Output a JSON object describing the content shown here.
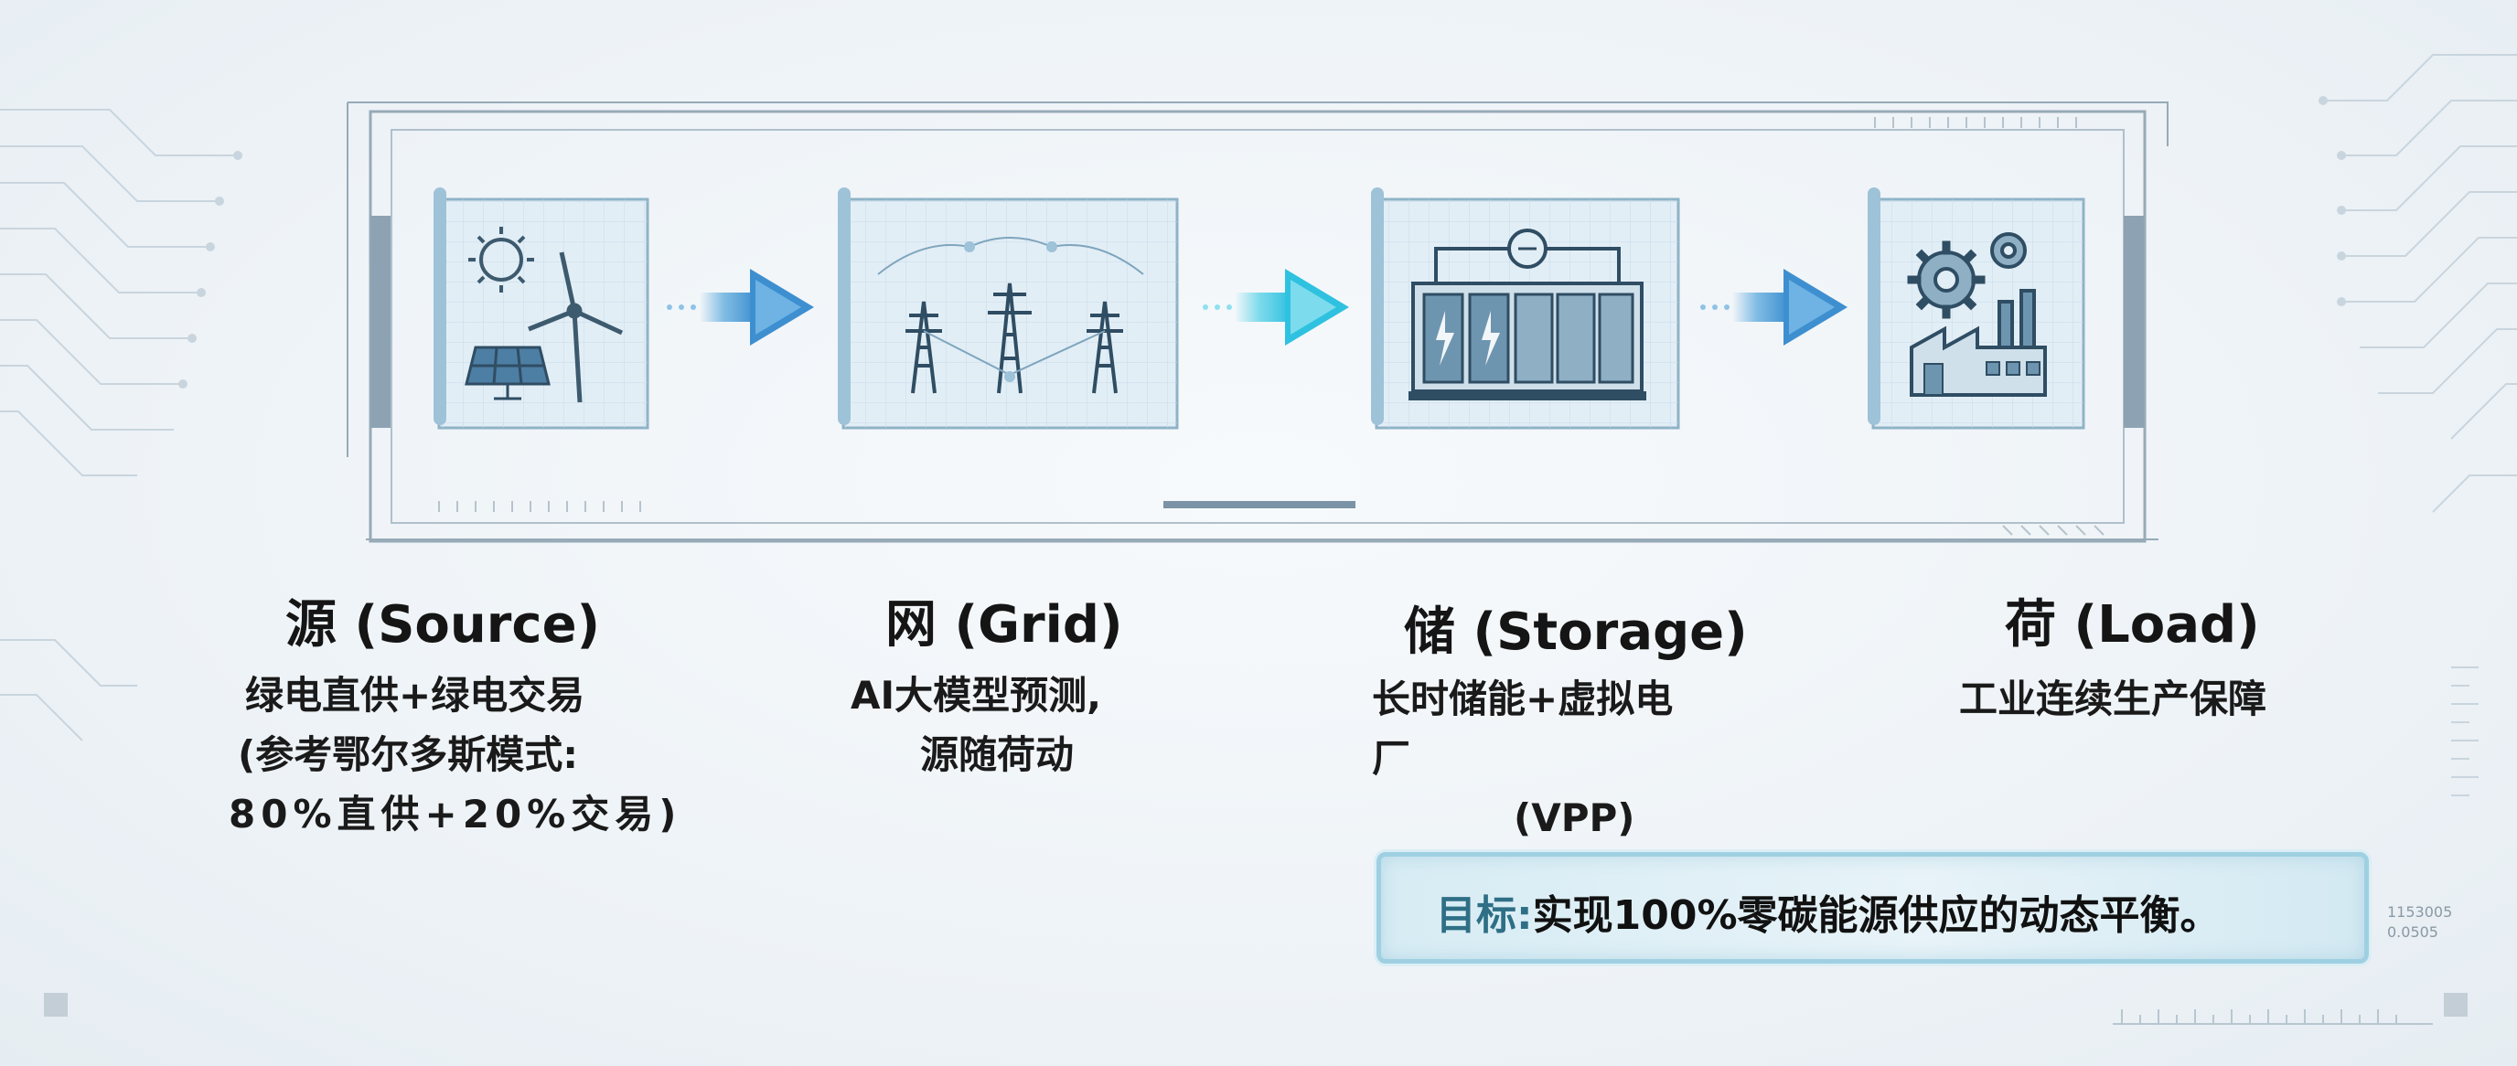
{
  "nodes": [
    {
      "id": "source",
      "title": "源 (Source)",
      "lines": [
        "绿电直供+绿电交易",
        "(参考鄂尔多斯模式:",
        "80%直供+20%交易)"
      ],
      "icon": "wind-solar-icon"
    },
    {
      "id": "grid",
      "title": "网 (Grid)",
      "lines": [
        "AI大模型预测,",
        "源随荷动"
      ],
      "icon": "transmission-tower-icon"
    },
    {
      "id": "storage",
      "title": "储 (Storage)",
      "lines": [
        "长时储能+虚拟电",
        "厂",
        "(VPP)"
      ],
      "icon": "battery-storage-icon"
    },
    {
      "id": "load",
      "title": "荷 (Load)",
      "lines": [
        "工业连续生产保障"
      ],
      "icon": "factory-gear-icon"
    }
  ],
  "goal": {
    "label": "目标:",
    "text": "实现100%零碳能源供应的动态平衡。"
  },
  "side_codes": [
    "1153005",
    "0.0505"
  ],
  "colors": {
    "accent": "#2f6f86",
    "arrow_blue": "#5aa8dc",
    "arrow_cyan": "#5fd3e8",
    "line": "#8fb3c6",
    "panel": "#dceaf3"
  }
}
